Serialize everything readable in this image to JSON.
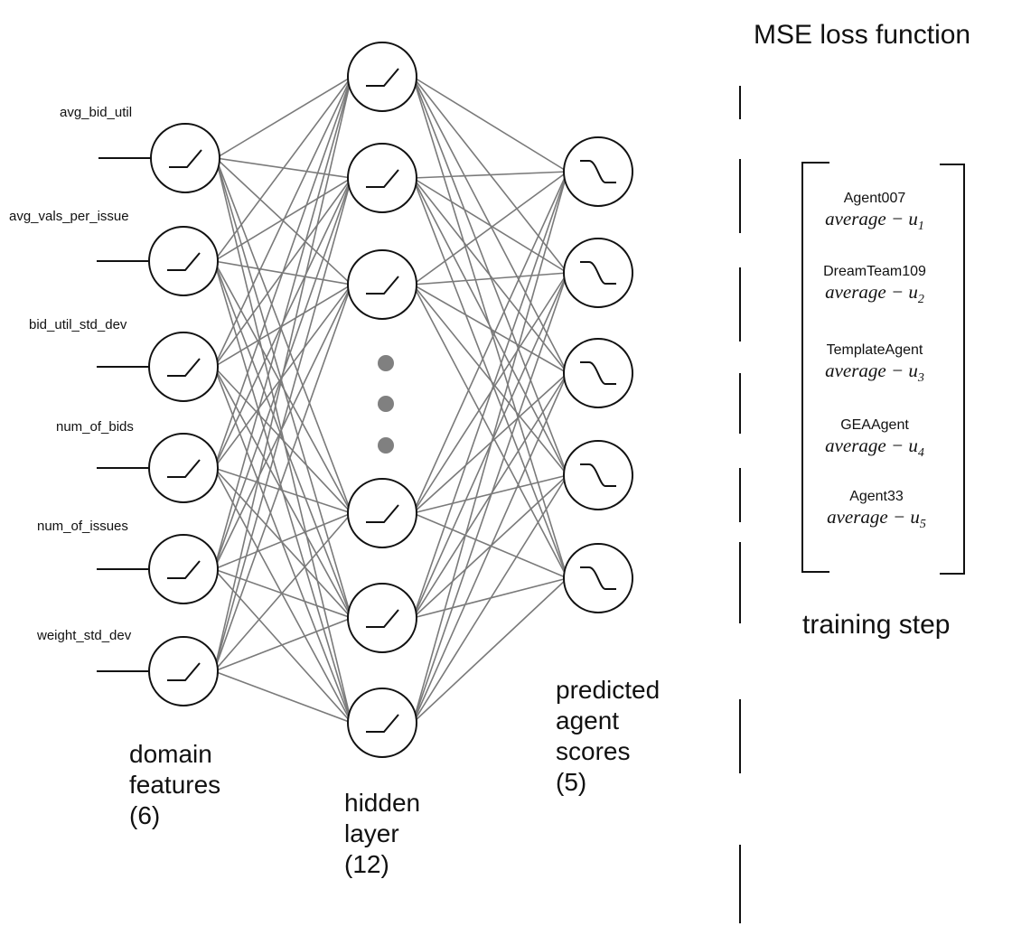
{
  "input_features": [
    "avg_bid_util",
    "avg_vals_per_issue",
    "bid_util_std_dev",
    "num_of_bids",
    "num_of_issues",
    "weight_std_dev"
  ],
  "captions": {
    "input": [
      "domain",
      "features",
      "(6)"
    ],
    "hidden": [
      "hidden",
      "layer",
      "(12)"
    ],
    "output": [
      "predicted",
      "agent",
      "scores",
      "(5)"
    ]
  },
  "loss_title": "MSE loss function",
  "training_label": "training step",
  "target_vector": [
    {
      "agent": "Agent007",
      "expr": "average − u",
      "sub": "1"
    },
    {
      "agent": "DreamTeam109",
      "expr": "average − u",
      "sub": "2"
    },
    {
      "agent": "TemplateAgent",
      "expr": "average − u",
      "sub": "3"
    },
    {
      "agent": "GEAAgent",
      "expr": "average − u",
      "sub": "4"
    },
    {
      "agent": "Agent33",
      "expr": "average − u",
      "sub": "5"
    }
  ],
  "colors": {
    "edge": "#7a7a7a",
    "ellipsis_dot": "#808080",
    "stroke": "#111111"
  },
  "activations": {
    "input": "relu-icon",
    "hidden": "relu-icon",
    "output": "sigmoid-icon"
  }
}
